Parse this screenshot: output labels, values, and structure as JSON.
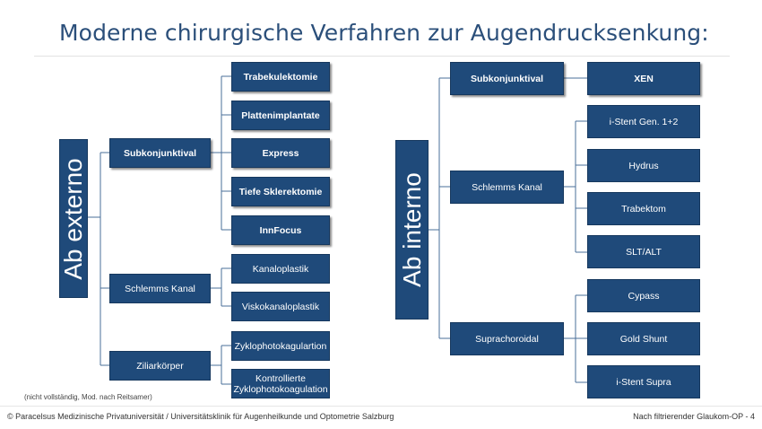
{
  "title": "Moderne chirurgische Verfahren zur Augendrucksenkung:",
  "ab_externo": {
    "root": "Ab externo",
    "branches": [
      {
        "label": "Subkonjunktival",
        "children": [
          "Trabekulektomie",
          "Plattenimplantate",
          "Express",
          "Tiefe Sklerektomie",
          "InnFocus"
        ]
      },
      {
        "label": "Schlemms Kanal",
        "children": [
          "Kanaloplastik",
          "Viskokanaloplastik"
        ]
      },
      {
        "label": "Ziliarkörper",
        "children": [
          "Zyklophotokagulartion",
          "Kontrollierte Zyklophotokoagulation"
        ]
      }
    ]
  },
  "ab_interno": {
    "root": "Ab interno",
    "branches": [
      {
        "label": "Subkonjunktival",
        "children": [
          "XEN"
        ]
      },
      {
        "label": "Schlemms Kanal",
        "children": [
          "i-Stent Gen. 1+2",
          "Hydrus",
          "Trabektom",
          "SLT/ALT"
        ]
      },
      {
        "label": "Suprachoroidal",
        "children": [
          "Cypass",
          "Gold Shunt",
          "i-Stent Supra"
        ]
      }
    ]
  },
  "note": "(nicht vollständig, Mod. nach Reitsamer)",
  "footer": {
    "left": "© Paracelsus Medizinische Privatuniversität / Universitätsklinik für Augenheilkunde und Optometrie Salzburg",
    "right": "Nach filtrierender Glaukom-OP - 4"
  }
}
